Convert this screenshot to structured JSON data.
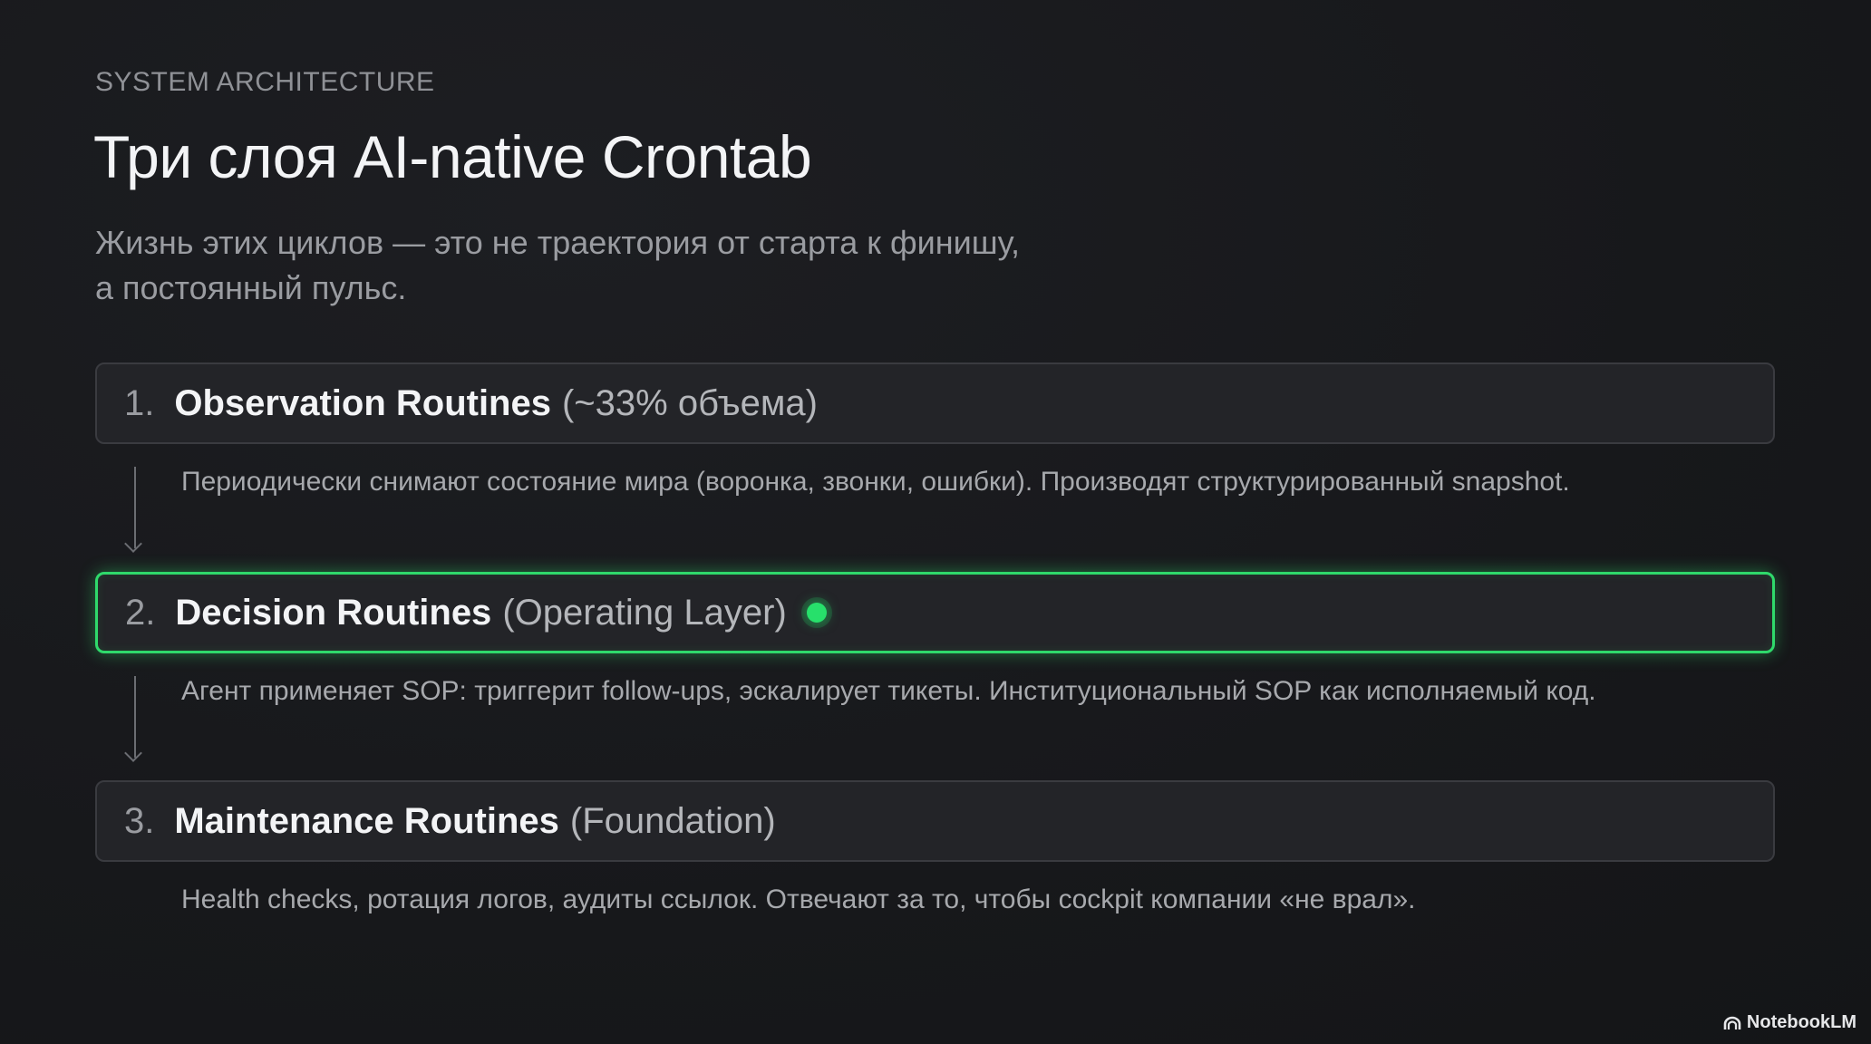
{
  "eyebrow": "SYSTEM ARCHITECTURE",
  "title": "Три слоя AI-native Crontab",
  "subtitle": {
    "line1": "Жизнь этих циклов — это не траектория от старта к финишу,",
    "line2": "а постоянный пульс."
  },
  "layers": [
    {
      "number": "1.",
      "name": "Observation Routines",
      "note": "(~33% объема)",
      "description": "Периодически снимают состояние мира (воронка, звонки, ошибки). Производят структурированный snapshot."
    },
    {
      "number": "2.",
      "name": "Decision Routines",
      "note": "(Operating Layer)",
      "description": "Агент применяет SOP: триггерит follow-ups, эскалирует тикеты. Институциональный SOP как исполняемый код.",
      "active": true
    },
    {
      "number": "3.",
      "name": "Maintenance Routines",
      "note": "(Foundation)",
      "description": "Health checks, ротация логов, аудиты ссылок. Отвечают за то, чтобы cockpit компании «не врал»."
    }
  ],
  "colors": {
    "accent": "#2fd96b",
    "background": "#17181b"
  },
  "brand": {
    "name": "NotebookLM",
    "icon": "notebooklm-logo-icon"
  }
}
